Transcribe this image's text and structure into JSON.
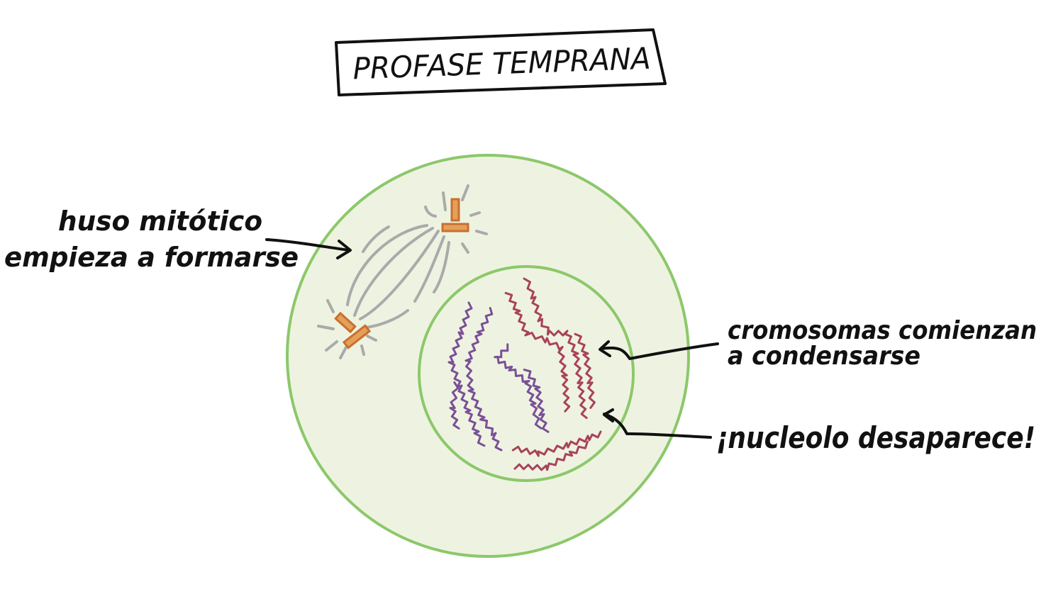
{
  "title": "PROFASE TEMPRANA",
  "labels": {
    "spindle_line1": "huso mitótico",
    "spindle_line2": "empieza a formarse",
    "chromosomes_line1": "cromosomas comienzan",
    "chromosomes_line2": "a condensarse",
    "nucleolus": "¡nucleolo desaparece!"
  },
  "colors": {
    "cell_fill": "#eef3e1",
    "membrane": "#8cc86a",
    "spindle": "#aaaaaa",
    "centrosome_fill": "#e4a05a",
    "centrosome_stroke": "#c8702e",
    "chromosome_red": "#a8435a",
    "chromosome_purple": "#7a5096",
    "ink": "#111111"
  }
}
